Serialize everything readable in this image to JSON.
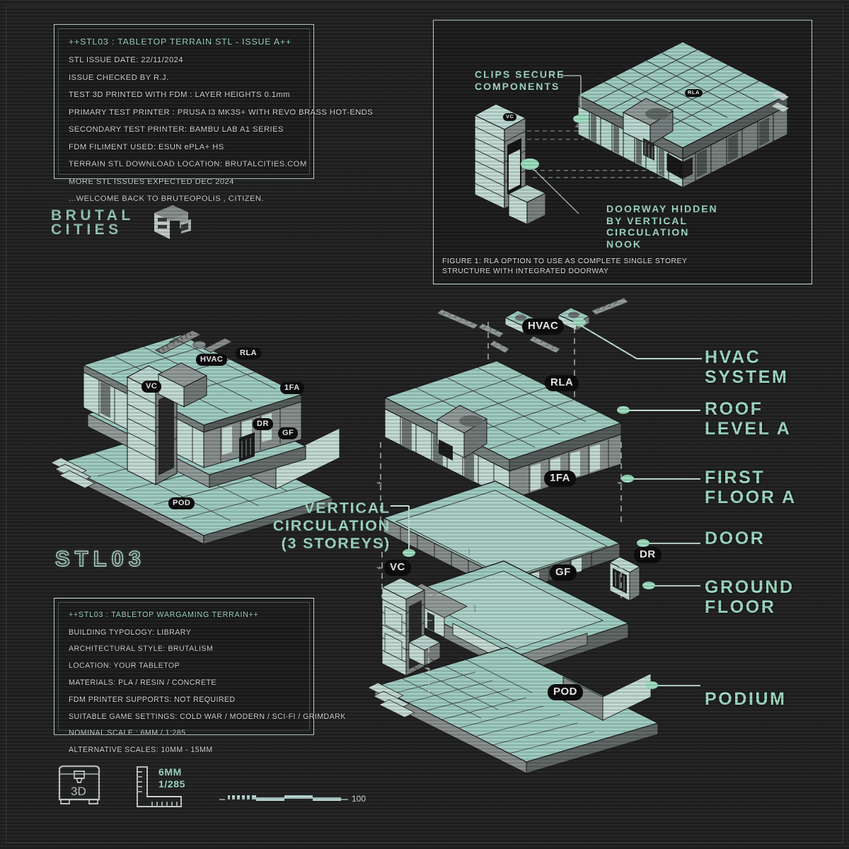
{
  "theme": {
    "background": "#232323",
    "mint": "#a9e8cf",
    "mint_fill": "#a8d8cc",
    "mid_grey": "#8e9694",
    "dark_grey": "#5b625f",
    "panel_border": "#cfe8e0",
    "body_text": "#dfe5e2"
  },
  "info_panel": {
    "heading": "++STL03 : TABLETOP TERRAIN STL - ISSUE A++",
    "lines": [
      "STL ISSUE DATE: 22/11/2024",
      "ISSUE CHECKED BY R.J.",
      "TEST 3D PRINTED WITH FDM : LAYER HEIGHTS 0.1mm",
      "PRIMARY TEST PRINTER : PRUSA I3 MK3S+ WITH REVO BRASS HOT-ENDS",
      "SECONDARY TEST PRINTER: BAMBU LAB A1 SERIES",
      "FDM FILIMENT USED: ESUN ePLA+ HS",
      "TERRAIN STL DOWNLOAD LOCATION: BRUTALCITIES.COM",
      "MORE STL ISSUES EXPECTED DEC 2024",
      "...WELCOME BACK TO BRUTEOPOLIS , CITIZEN."
    ]
  },
  "spec_panel": {
    "heading": "++STL03 : TABLETOP WARGAMING TERRAIN++",
    "lines": [
      "BUILDING TYPOLOGY: LIBRARY",
      "ARCHITECTURAL STYLE: BRUTALISM",
      "LOCATION: YOUR TABLETOP",
      "MATERIALS: PLA / RESIN / CONCRETE",
      "FDM PRINTER SUPPORTS: NOT REQUIRED",
      "SUITABLE GAME SETTINGS: COLD WAR / MODERN / SCI-FI / GRIMDARK",
      "NOMINAL SCALE : 6MM / 1:285",
      "ALTERNATIVE SCALES: 10MM - 15MM"
    ]
  },
  "brand": {
    "line1": "BRUTAL",
    "line2": "CITIES",
    "logo_icon": "isometric-block-icon"
  },
  "stl_wordmark": "STL03",
  "figure": {
    "callout_clips": "CLIPS SECURE\nCOMPONENTS",
    "callout_clips_l1": "CLIPS SECURE",
    "callout_clips_l2": "COMPONENTS",
    "callout_door_l1": "DOORWAY HIDDEN",
    "callout_door_l2": "BY VERTICAL",
    "callout_door_l3": "CIRCULATION",
    "callout_door_l4": "NOOK",
    "caption_l1": "FIGURE 1: RLA OPTION TO USE AS COMPLETE SINGLE STOREY",
    "caption_l2": "STRUCTURE WITH INTEGRATED DOORWAY",
    "badge_vc": "VC",
    "badge_rla": "RLA"
  },
  "assembly_badges": {
    "hvac": "HVAC",
    "rla": "RLA",
    "vc": "VC",
    "first_floor": "1FA",
    "door": "DR",
    "ground_floor": "GF",
    "podium": "POD"
  },
  "exploded_labels": [
    {
      "key": "hvac",
      "l1": "HVAC",
      "l2": "SYSTEM"
    },
    {
      "key": "roof",
      "l1": "ROOF",
      "l2": "LEVEL A"
    },
    {
      "key": "first",
      "l1": "FIRST",
      "l2": "FLOOR A"
    },
    {
      "key": "door",
      "l1": "DOOR",
      "l2": ""
    },
    {
      "key": "ground",
      "l1": "GROUND",
      "l2": "FLOOR"
    },
    {
      "key": "podium",
      "l1": "PODIUM",
      "l2": ""
    }
  ],
  "vertical_circulation_label": {
    "l1": "VERTICAL",
    "l2": "CIRCULATION",
    "l3": "(3 STOREYS)"
  },
  "footer": {
    "printer_icon": "3d-printer-icon",
    "printer_icon_text": "3D",
    "ruler_icon": "ruler-icon",
    "scale_l1": "6MM",
    "scale_l2": "1/285",
    "scalebar_icon": "graphic-scale-bar",
    "scalebar_value": "100"
  }
}
